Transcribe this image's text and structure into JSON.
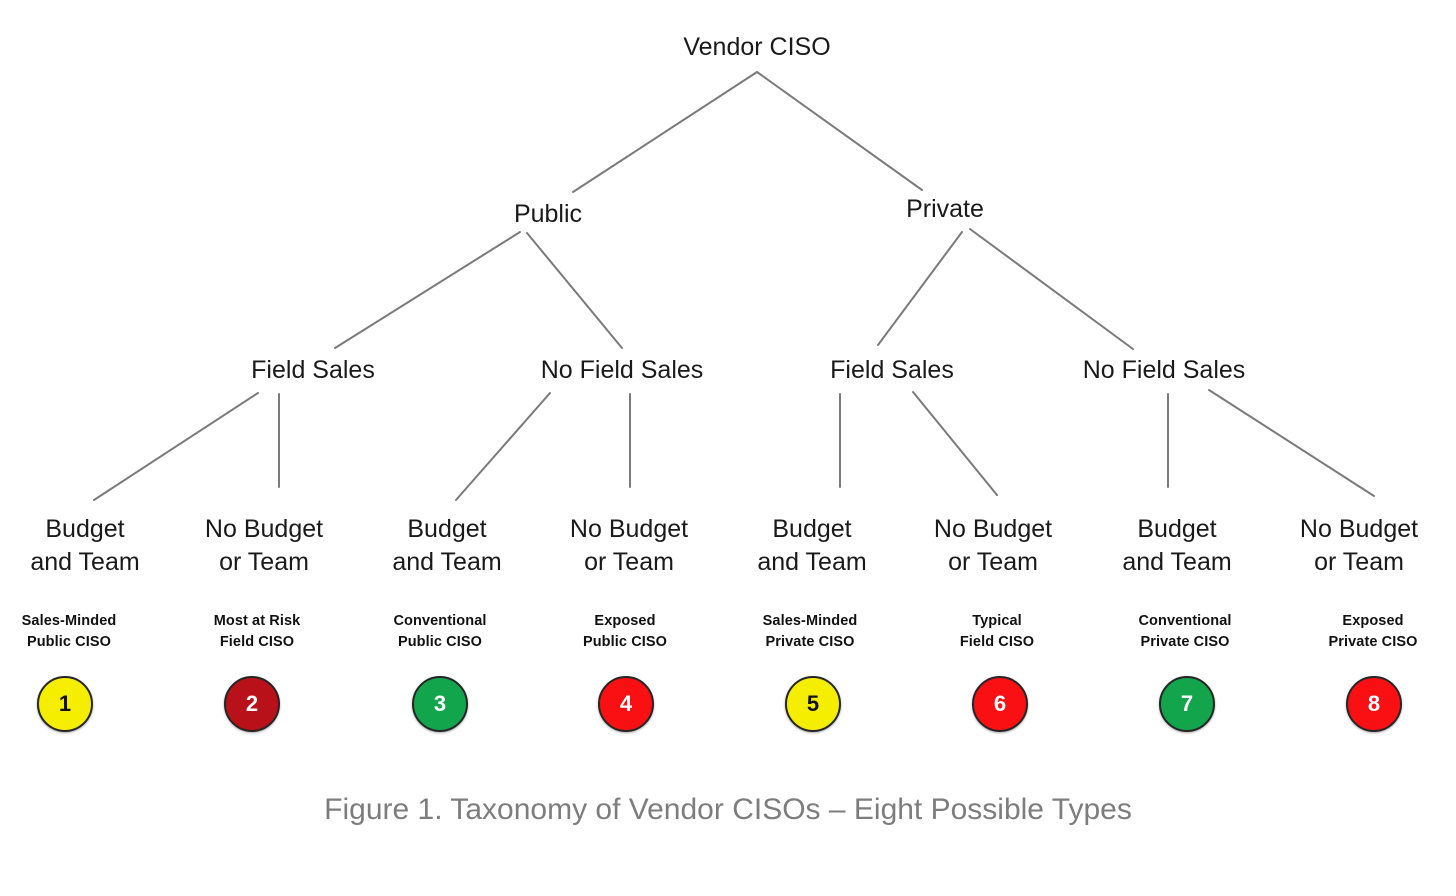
{
  "figure": {
    "caption": "Figure 1. Taxonomy of Vendor CISOs – Eight Possible Types",
    "caption_color": "#7d7d7d",
    "background": "#ffffff",
    "line_color": "#7a7a7a"
  },
  "chart_data": {
    "type": "diagram",
    "title": "Figure 1. Taxonomy of Vendor CISOs – Eight Possible Types",
    "root": "Vendor CISO",
    "levels": [
      [
        "Vendor CISO"
      ],
      [
        "Public",
        "Private"
      ],
      [
        "Field Sales",
        "No Field Sales",
        "Field Sales",
        "No Field Sales"
      ],
      [
        "Budget and Team",
        "No Budget or Team",
        "Budget and Team",
        "No Budget or Team",
        "Budget and Team",
        "No Budget or Team",
        "Budget and Team",
        "No Budget or Team"
      ]
    ],
    "leaves": [
      {
        "number": "1",
        "type_line1": "Sales-Minded",
        "type_line2": "Public CISO",
        "path": [
          "Vendor CISO",
          "Public",
          "Field Sales",
          "Budget and Team"
        ],
        "color": "#f5ee00",
        "text_color": "#111111"
      },
      {
        "number": "2",
        "type_line1": "Most at Risk",
        "type_line2": "Field CISO",
        "path": [
          "Vendor CISO",
          "Public",
          "Field Sales",
          "No Budget or Team"
        ],
        "color": "#b8111a",
        "text_color": "#ffffff"
      },
      {
        "number": "3",
        "type_line1": "Conventional",
        "type_line2": "Public CISO",
        "path": [
          "Vendor CISO",
          "Public",
          "No Field Sales",
          "Budget and Team"
        ],
        "color": "#13a54b",
        "text_color": "#ffffff"
      },
      {
        "number": "4",
        "type_line1": "Exposed",
        "type_line2": "Public CISO",
        "path": [
          "Vendor CISO",
          "Public",
          "No Field Sales",
          "No Budget or Team"
        ],
        "color": "#fa0f13",
        "text_color": "#ffffff"
      },
      {
        "number": "5",
        "type_line1": "Sales-Minded",
        "type_line2": "Private CISO",
        "path": [
          "Vendor CISO",
          "Private",
          "Field Sales",
          "Budget and Team"
        ],
        "color": "#f5ee00",
        "text_color": "#111111"
      },
      {
        "number": "6",
        "type_line1": "Typical",
        "type_line2": "Field CISO",
        "path": [
          "Vendor CISO",
          "Private",
          "Field Sales",
          "No Budget or Team"
        ],
        "color": "#fa0f13",
        "text_color": "#ffffff"
      },
      {
        "number": "7",
        "type_line1": "Conventional",
        "type_line2": "Private CISO",
        "path": [
          "Vendor CISO",
          "Private",
          "No Field Sales",
          "Budget and Team"
        ],
        "color": "#13a54b",
        "text_color": "#ffffff"
      },
      {
        "number": "8",
        "type_line1": "Exposed",
        "type_line2": "Private CISO",
        "path": [
          "Vendor CISO",
          "Private",
          "No Field Sales",
          "No Budget or Team"
        ],
        "color": "#fa0f13",
        "text_color": "#ffffff"
      }
    ]
  },
  "nodes": {
    "root": {
      "label": "Vendor CISO"
    },
    "level2": [
      {
        "label": "Public"
      },
      {
        "label": "Private"
      }
    ],
    "level3": [
      {
        "label": "Field Sales"
      },
      {
        "label": "No Field Sales"
      },
      {
        "label": "Field Sales"
      },
      {
        "label": "No Field Sales"
      }
    ],
    "level4": [
      {
        "line1": "Budget",
        "line2": "and Team"
      },
      {
        "line1": "No Budget",
        "line2": "or Team"
      },
      {
        "line1": "Budget",
        "line2": "and Team"
      },
      {
        "line1": "No Budget",
        "line2": "or Team"
      },
      {
        "line1": "Budget",
        "line2": "and Team"
      },
      {
        "line1": "No Budget",
        "line2": "or Team"
      },
      {
        "line1": "Budget",
        "line2": "and Team"
      },
      {
        "line1": "No Budget",
        "line2": "or Team"
      }
    ],
    "types": [
      {
        "line1": "Sales-Minded",
        "line2": "Public CISO",
        "number": "1"
      },
      {
        "line1": "Most at Risk",
        "line2": "Field CISO",
        "number": "2"
      },
      {
        "line1": "Conventional",
        "line2": "Public CISO",
        "number": "3"
      },
      {
        "line1": "Exposed",
        "line2": "Public CISO",
        "number": "4"
      },
      {
        "line1": "Sales-Minded",
        "line2": "Private CISO",
        "number": "5"
      },
      {
        "line1": "Typical",
        "line2": "Field CISO",
        "number": "6"
      },
      {
        "line1": "Conventional",
        "line2": "Private CISO",
        "number": "7"
      },
      {
        "line1": "Exposed",
        "line2": "Private CISO",
        "number": "8"
      }
    ]
  }
}
